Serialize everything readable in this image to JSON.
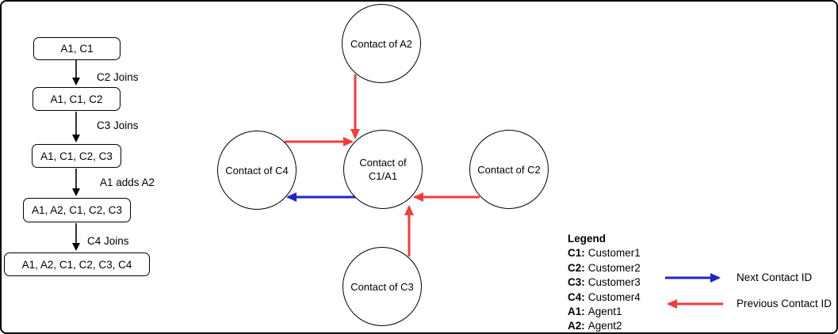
{
  "diagram": {
    "flowchart": {
      "steps": [
        {
          "label": "A1, C1"
        },
        {
          "label": "A1, C1, C2"
        },
        {
          "label": "A1, C1, C2, C3"
        },
        {
          "label": "A1, A2, C1, C2, C3"
        },
        {
          "label": "A1, A2, C1, C2, C3, C4"
        }
      ],
      "transitions": [
        {
          "label": "C2 Joins"
        },
        {
          "label": "C3 Joins"
        },
        {
          "label": "A1 adds A2"
        },
        {
          "label": "C4 Joins"
        }
      ]
    },
    "graph": {
      "nodes": {
        "a2": {
          "label": "Contact of A2"
        },
        "c4": {
          "label": "Contact of C4"
        },
        "c1a1": {
          "label_line1": "Contact of",
          "label_line2": "C1/A1"
        },
        "c2": {
          "label": "Contact of C2"
        },
        "c3": {
          "label": "Contact of C3"
        }
      },
      "edges": [
        {
          "from": "Contact of A2",
          "to": "Contact of C1/A1",
          "type": "Previous Contact ID"
        },
        {
          "from": "Contact of C4",
          "to": "Contact of C1/A1",
          "type": "Previous Contact ID"
        },
        {
          "from": "Contact of C2",
          "to": "Contact of C1/A1",
          "type": "Previous Contact ID"
        },
        {
          "from": "Contact of C3",
          "to": "Contact of C1/A1",
          "type": "Previous Contact ID"
        },
        {
          "from": "Contact of C1/A1",
          "to": "Contact of C4",
          "type": "Next Contact ID"
        }
      ]
    },
    "legend": {
      "title": "Legend",
      "entries": [
        {
          "key": "C1:",
          "value": "Customer1"
        },
        {
          "key": "C2:",
          "value": "Customer2"
        },
        {
          "key": "C3:",
          "value": "Customer3"
        },
        {
          "key": "C4:",
          "value": "Customer4"
        },
        {
          "key": "A1:",
          "value": "Agent1"
        },
        {
          "key": "A2:",
          "value": "Agent2"
        }
      ],
      "next_arrow_label": "Next Contact ID",
      "previous_arrow_label": "Previous Contact ID"
    },
    "colors": {
      "next_arrow": "#2222cc",
      "previous_arrow": "#f53b3b",
      "stroke": "#000000",
      "background": "#ffffff"
    }
  }
}
